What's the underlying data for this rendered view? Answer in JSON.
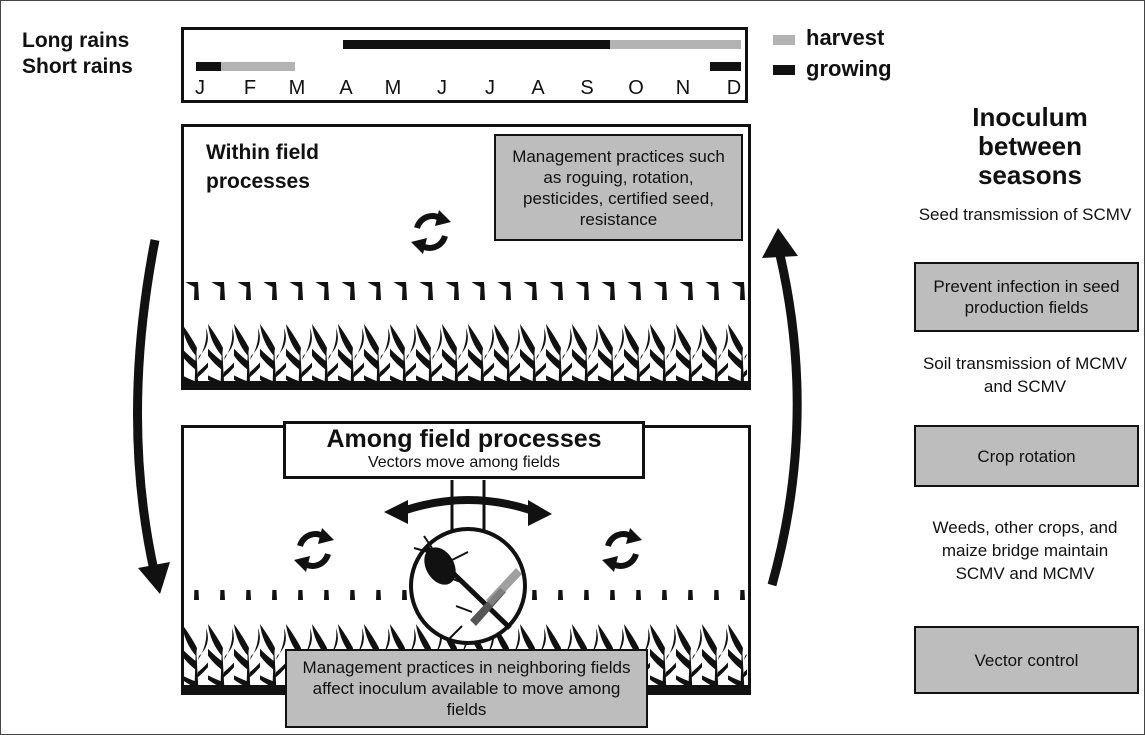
{
  "seasons": {
    "long_rains": "Long rains",
    "short_rains": "Short rains"
  },
  "legend": {
    "harvest": "harvest",
    "growing": "growing",
    "harvest_color": "#b3b3b3",
    "growing_color": "#111111"
  },
  "months": [
    "J",
    "F",
    "M",
    "A",
    "M",
    "J",
    "J",
    "A",
    "S",
    "O",
    "N",
    "D"
  ],
  "within_field": {
    "title": "Within field processes",
    "management": "Management practices such as roguing, rotation, pesticides, certified seed, resistance"
  },
  "among_field": {
    "title": "Among field processes",
    "subtitle": "Vectors move among fields",
    "management": "Management practices in neighboring fields affect inoculum available to move among fields"
  },
  "inoculum": {
    "heading": "Inoculum between seasons",
    "items": [
      {
        "text": "Seed transmission of SCMV",
        "box": "Prevent infection in seed production fields"
      },
      {
        "text": "Soil transmission of MCMV and SCMV",
        "box": "Crop rotation"
      },
      {
        "text": "Weeds, other crops, and maize bridge maintain SCMV and MCMV",
        "box": "Vector control"
      }
    ]
  },
  "colors": {
    "gray_box": "#bdbdbd",
    "line": "#111111"
  }
}
